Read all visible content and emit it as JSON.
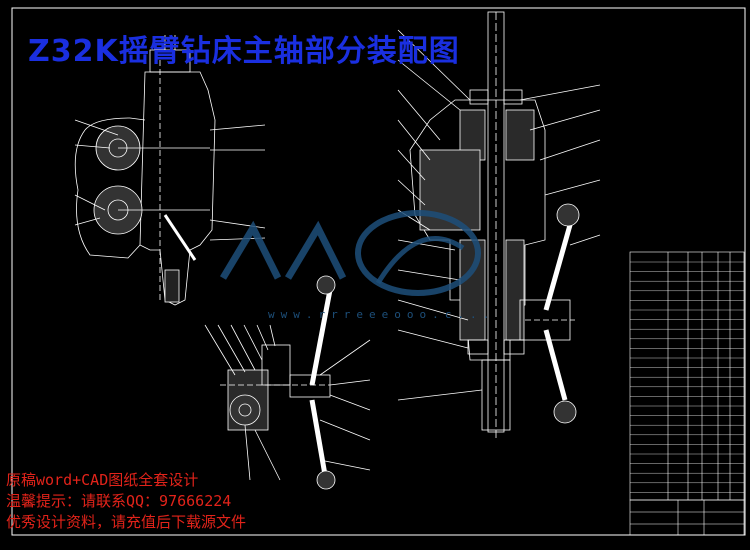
{
  "title": "Z32K摇臂钻床主轴部分装配图",
  "notes": [
    "原稿word+CAD图纸全套设计",
    "温馨提示：请联系QQ：97666224",
    "优秀设计资料，请充值后下载源文件"
  ],
  "watermark_url": "www.rrreeeooo.c...",
  "colors": {
    "background": "#000000",
    "drawing": "#ffffff",
    "title": "#1a2fe0",
    "notes": "#e2231a",
    "watermark": "#1d4f7a"
  }
}
